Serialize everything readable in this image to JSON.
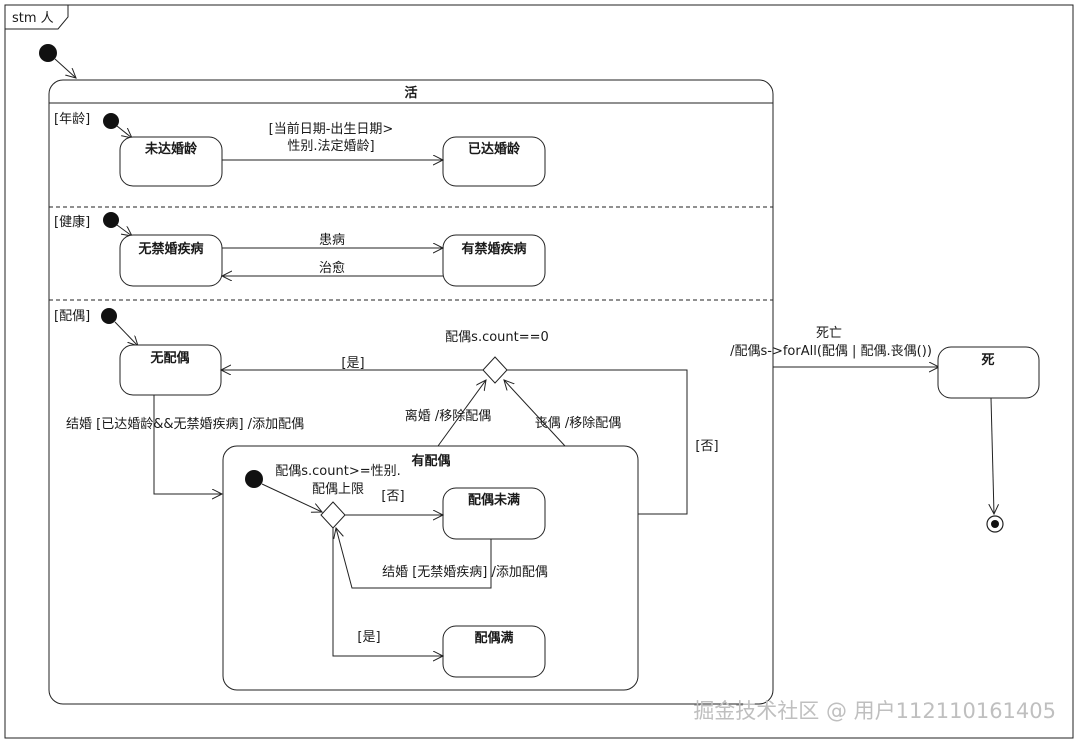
{
  "frame": {
    "label": "stm 人"
  },
  "states": {
    "alive": "活",
    "dead": "死",
    "not_of_age": "未达婚龄",
    "of_age": "已达婚龄",
    "no_disease": "无禁婚疾病",
    "has_disease": "有禁婚疾病",
    "no_spouse": "无配偶",
    "has_spouse": "有配偶",
    "spouse_not_full": "配偶未满",
    "spouse_full": "配偶满"
  },
  "regions": {
    "age": "[年龄]",
    "health": "[健康]",
    "spouse": "[配偶]"
  },
  "transitions": {
    "age_line1": "[当前日期-出生日期>",
    "age_line2": "性别.法定婚龄]",
    "sick": "患病",
    "cured": "治愈",
    "marry_first": "结婚 [已达婚龄&&无禁婚疾病] /添加配偶",
    "divorce": "离婚 /移除配偶",
    "widowed": "丧偶 /移除配偶",
    "decision_top": "配偶s.count==0",
    "yes_top": "[是]",
    "no_right": "[否]",
    "inner_cond_line1": "配偶s.count>=性别.",
    "inner_cond_line2": "配偶上限",
    "no_inner": "[否]",
    "yes_inner": "[是]",
    "marry_again": "结婚 [无禁婚疾病] /添加配偶",
    "death_line1": "死亡",
    "death_line2": "/配偶s->forAll(配偶 | 配偶.丧偶())"
  },
  "watermark": "掘金技术社区 @ 用户112110161405"
}
